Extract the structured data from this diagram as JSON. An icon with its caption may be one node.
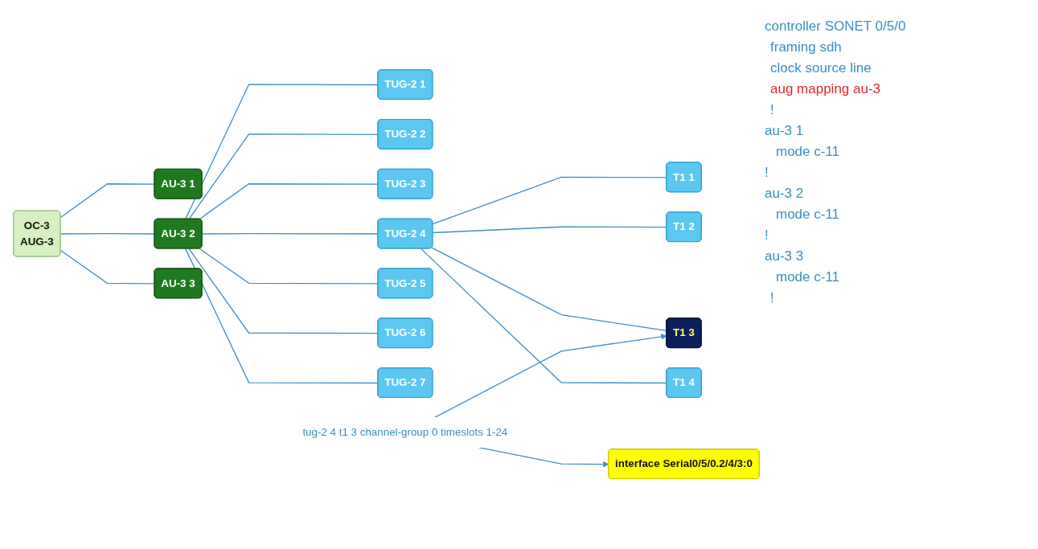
{
  "diagram": {
    "nodes": [
      {
        "text": [
          "OC-3",
          "AUG-3"
        ]
      },
      {
        "text": [
          "AU-3 1"
        ]
      },
      {
        "text": [
          "AU-3 2"
        ]
      },
      {
        "text": [
          "AU-3 3"
        ]
      },
      {
        "text": [
          "TUG-2 1"
        ]
      },
      {
        "text": [
          "TUG-2 2"
        ]
      },
      {
        "text": [
          "TUG-2 3"
        ]
      },
      {
        "text": [
          "TUG-2 4"
        ]
      },
      {
        "text": [
          "TUG-2 5"
        ]
      },
      {
        "text": [
          "TUG-2 6"
        ]
      },
      {
        "text": [
          "TUG-2 7"
        ]
      },
      {
        "text": [
          "T1 1"
        ]
      },
      {
        "text": [
          "T1 2"
        ]
      },
      {
        "text": [
          "T1 3"
        ]
      },
      {
        "text": [
          "T1 4"
        ]
      },
      {
        "text": [
          "tug-2 4 t1 3 channel-group 0 timeslots 1-24"
        ]
      },
      {
        "text": [
          "interface Serial0/5/0.2/4/3:0"
        ]
      }
    ],
    "edges": [
      {
        "from": 0,
        "to": 1,
        "arrow": "none"
      },
      {
        "from": 0,
        "to": 2,
        "arrow": "none"
      },
      {
        "from": 0,
        "to": 3,
        "arrow": "none"
      },
      {
        "from": 2,
        "to": 4,
        "arrow": "none"
      },
      {
        "from": 2,
        "to": 5,
        "arrow": "none"
      },
      {
        "from": 2,
        "to": 6,
        "arrow": "none"
      },
      {
        "from": 2,
        "to": 7,
        "arrow": "none"
      },
      {
        "from": 2,
        "to": 8,
        "arrow": "none"
      },
      {
        "from": 2,
        "to": 9,
        "arrow": "none"
      },
      {
        "from": 2,
        "to": 10,
        "arrow": "none"
      },
      {
        "from": 7,
        "to": 11,
        "arrow": "none"
      },
      {
        "from": 7,
        "to": 12,
        "arrow": "none"
      },
      {
        "from": 7,
        "to": 13,
        "arrow": "none"
      },
      {
        "from": 7,
        "to": 14,
        "arrow": "none"
      },
      {
        "from": 15,
        "to": 13,
        "arrow": "to"
      },
      {
        "from": 15,
        "to": 16,
        "arrow": "to"
      }
    ],
    "labels": [
      "controller SONET 0/5/0",
      "framing sdh",
      "clock source line",
      "aug mapping au-3",
      "!",
      "au-3 1",
      "mode c-11",
      "!",
      "au-3 2",
      "mode c-11",
      "!",
      "au-3 3",
      "mode c-11",
      "!"
    ]
  }
}
